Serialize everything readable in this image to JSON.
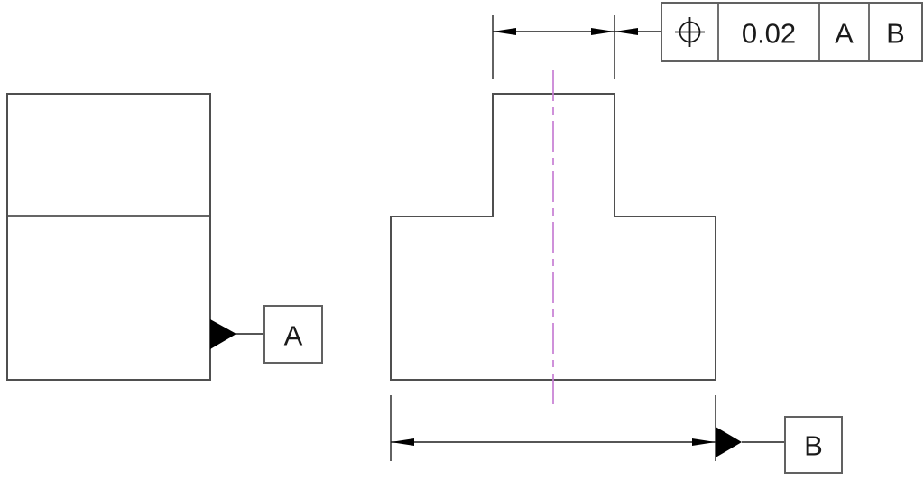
{
  "feature_control_frame": {
    "symbol": "position",
    "tolerance": "0.02",
    "datum_refs": [
      "A",
      "B"
    ]
  },
  "datums": {
    "a": {
      "label": "A"
    },
    "b": {
      "label": "B"
    }
  },
  "colors": {
    "background": "#ffffff",
    "outline": "#4f4f4f",
    "frame": "#616161",
    "dimension": "#1f1f1f",
    "black": "#000000",
    "centerline": "#c77ed4",
    "text": "#1a1a1a"
  }
}
